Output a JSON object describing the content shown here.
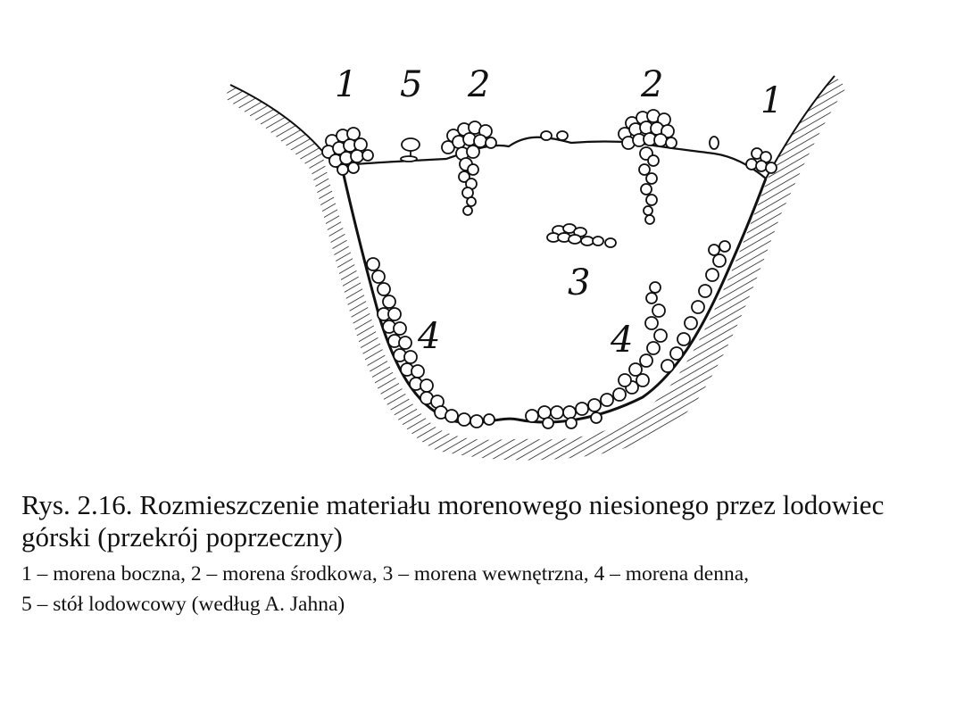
{
  "diagram": {
    "labels": [
      {
        "id": "lateral-left",
        "text": "1"
      },
      {
        "id": "supraglacial-table",
        "text": "5"
      },
      {
        "id": "medial-left",
        "text": "2"
      },
      {
        "id": "medial-right",
        "text": "2"
      },
      {
        "id": "lateral-right",
        "text": "1"
      },
      {
        "id": "englacial",
        "text": "3"
      },
      {
        "id": "ground-left",
        "text": "4"
      },
      {
        "id": "ground-right",
        "text": "4"
      }
    ]
  },
  "caption": {
    "title": "Rys. 2.16. Rozmieszczenie materiału morenowego niesionego przez lodowiec górski (przekrój poprzeczny)",
    "legend_line1": "1 – morena boczna, 2 – morena środkowa, 3 – morena wewnętrzna, 4 – morena denna,",
    "legend_line2": "5 – stół lodowcowy (według A. Jahna)"
  }
}
